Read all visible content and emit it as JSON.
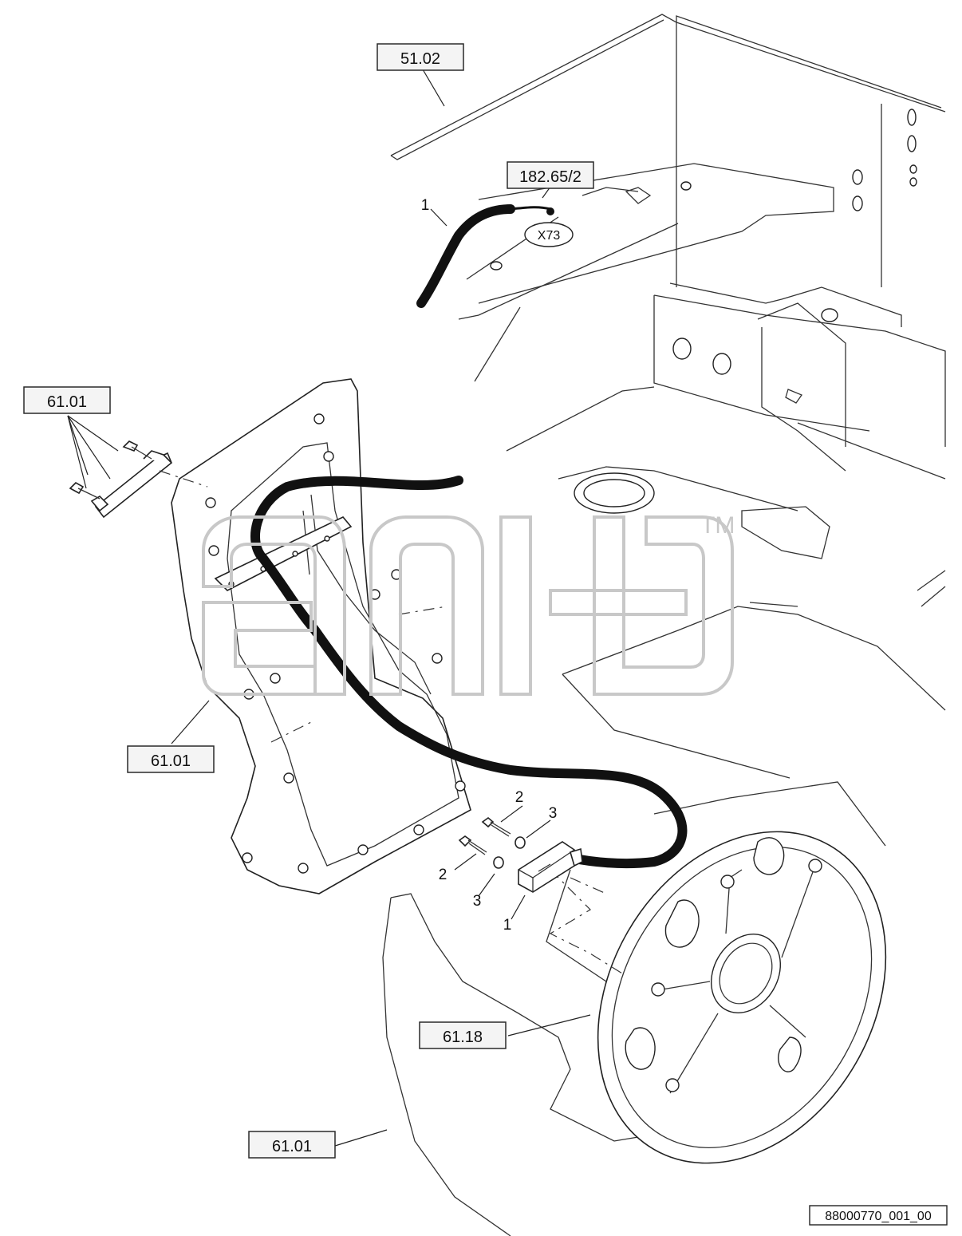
{
  "references": {
    "r5102": "51.02",
    "r18265": "182.65/2",
    "r6101_a": "61.01",
    "r6101_b": "61.01",
    "r6118": "61.18",
    "r6101_c": "61.01"
  },
  "callouts": {
    "c1_top": "1",
    "c2_upper": "2",
    "c3_upper": "3",
    "c2_lower": "2",
    "c3_lower": "3",
    "c1_lower": "1"
  },
  "connector": "X73",
  "watermark": "TM",
  "drawing_id": "88000770_001_00",
  "colors": {
    "line": "#222222",
    "harness": "#111111",
    "watermark": "#c8c8c8"
  }
}
